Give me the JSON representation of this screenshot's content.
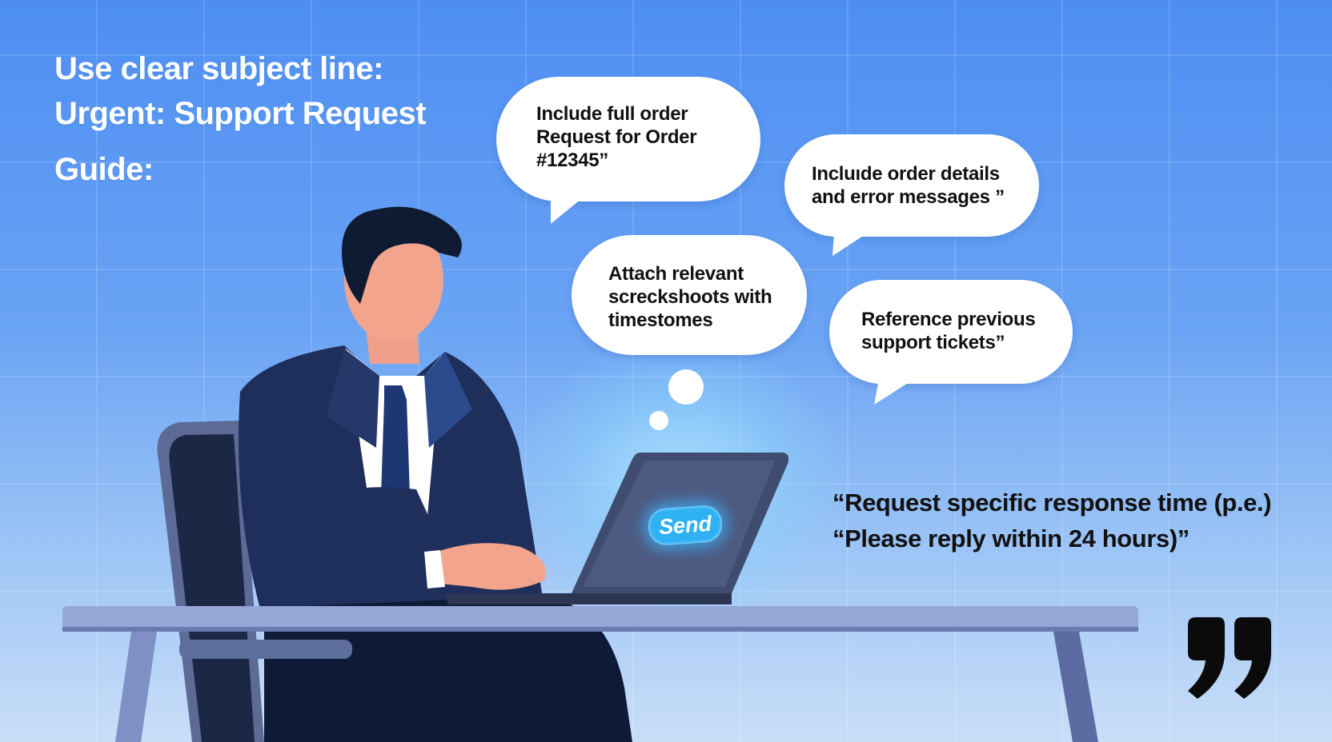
{
  "headline": {
    "line1": "Use clear subject line:",
    "line2": "Urgent: Support Request",
    "line3": "Guide:"
  },
  "bubbles": [
    {
      "lines": [
        "Include full order",
        "Request for Order",
        "#12345”"
      ]
    },
    {
      "lines": [
        "Incluıde order details",
        "and error messages ”"
      ]
    },
    {
      "lines": [
        "Attach relevant",
        "screckshoots with",
        "timestomes"
      ]
    },
    {
      "lines": [
        "Reference previous",
        "support tickets”"
      ]
    }
  ],
  "quote": {
    "line1": "“Request specific response time (p.e.)",
    "line2": "“Please reply within 24 hours)”"
  },
  "laptop": {
    "button_label": "Send"
  },
  "icons": {
    "quote_mark": "closing-quote-icon",
    "thought": "thought-bubble-icon"
  },
  "colors": {
    "background_top": "#4d8ef3",
    "background_bottom": "#c9def8",
    "suit": "#1f2f5c",
    "send_button": "#2fb1f4"
  }
}
